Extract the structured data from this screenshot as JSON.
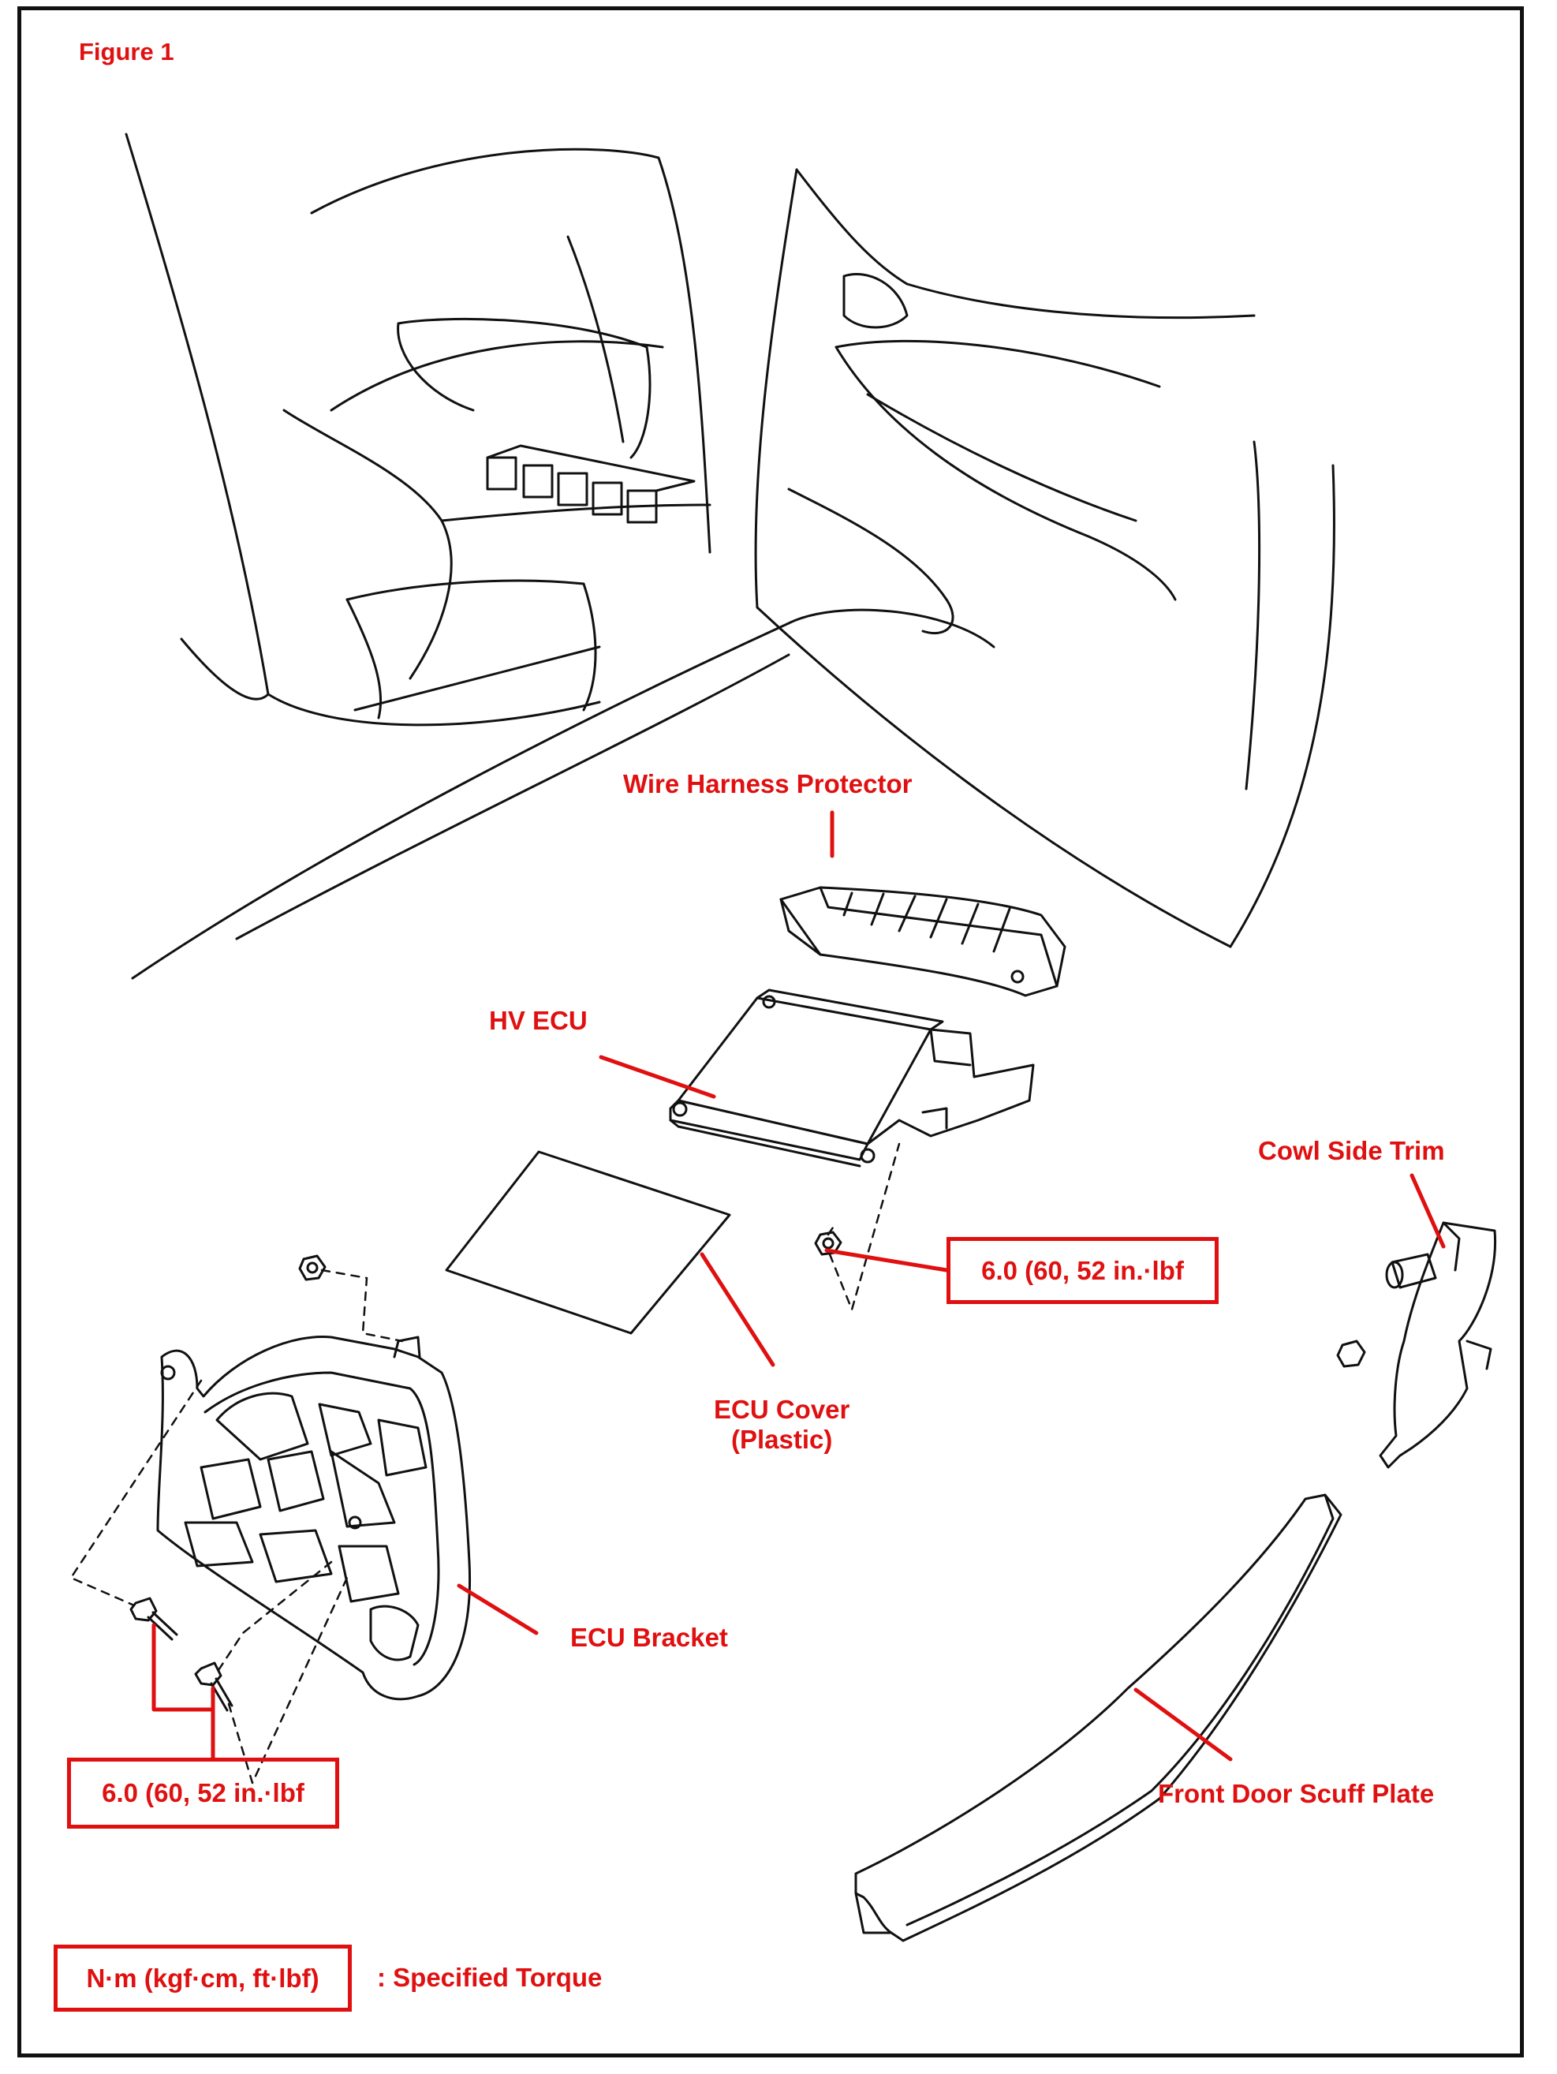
{
  "figure_title": "Figure 1",
  "labels": {
    "wire_harness_protector": "Wire Harness Protector",
    "hv_ecu": "HV ECU",
    "cowl_side_trim": "Cowl Side Trim",
    "ecu_cover_line1": "ECU Cover",
    "ecu_cover_line2": "(Plastic)",
    "ecu_bracket": "ECU Bracket",
    "front_door_scuff_plate": "Front Door Scuff Plate"
  },
  "torque": {
    "hv_ecu_nut": "6.0 (60, 52 in.·lbf",
    "bracket_bolts": "6.0 (60, 52 in.·lbf"
  },
  "legend": {
    "unit": "N·m (kgf·cm, ft·lbf)",
    "meaning": ": Specified Torque"
  },
  "colors": {
    "annotation": "#e01010",
    "linework": "#111111"
  }
}
